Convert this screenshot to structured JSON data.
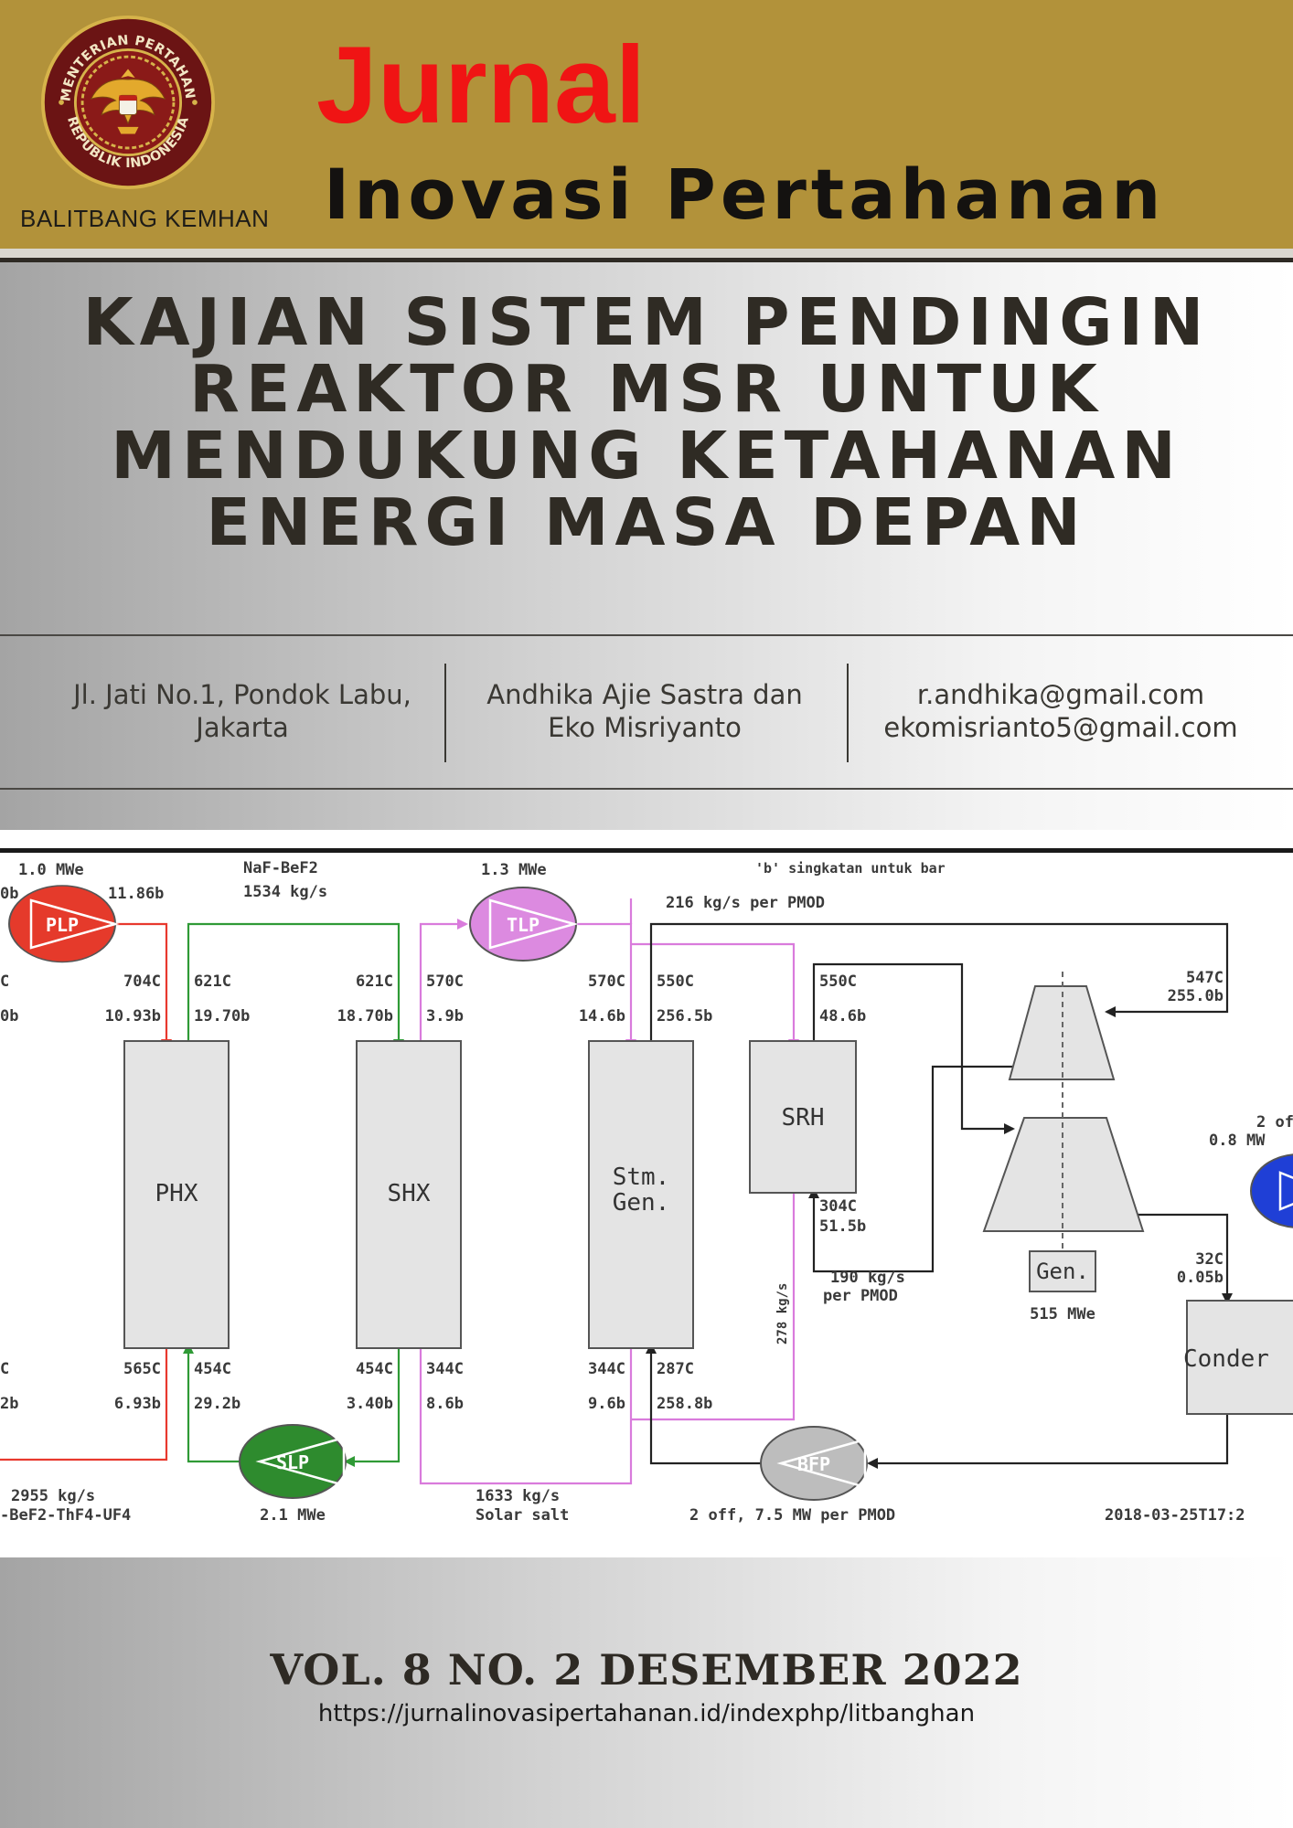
{
  "header": {
    "seal_text_top": "KEMENTERIAN PERTAHANAN",
    "seal_text_bottom": "REPUBLIK INDONESIA",
    "publisher": "BALITBANG KEMHAN",
    "journal_word": "Jurnal",
    "journal_name": "Inovasi Pertahanan"
  },
  "title_lines": [
    "KAJIAN SISTEM PENDINGIN",
    "REAKTOR MSR UNTUK",
    "MENDUKUNG KETAHANAN",
    "ENERGI MASA DEPAN"
  ],
  "info": {
    "address": [
      "Jl. Jati No.1, Pondok Labu,",
      "Jakarta"
    ],
    "authors": [
      "Andhika Ajie Sastra dan",
      "Eko Misriyanto"
    ],
    "emails": [
      "r.andhika@gmail.com",
      "ekomisrianto5@gmail.com"
    ]
  },
  "diagram": {
    "colors": {
      "primary": "#e8392e",
      "secondary": "#2f9a36",
      "tertiary": "#d97bdc",
      "steam": "#222222",
      "component_fill": "#e4e4e4",
      "slp_fill": "#2e8b2e",
      "plp_fill": "#e53a2b",
      "tlp_fill": "#dc8ae0",
      "bfp_fill": "#bdbdbd",
      "blue_pump": "#1f3fd6"
    },
    "components": {
      "phx": "PHX",
      "shx": "SHX",
      "stm_gen_1": "Stm.",
      "stm_gen_2": "Gen.",
      "srh": "SRH",
      "gen": "Gen.",
      "condenser": "Conder",
      "plp": "PLP",
      "slp": "SLP",
      "tlp": "TLP",
      "bfp": "BFP"
    },
    "labels": {
      "plp_power": "1.0 MWe",
      "left_cut_b": "0b",
      "plp_out": "11.86b",
      "salt_name": "NaF-BeF2",
      "salt_flow": "1534 kg/s",
      "tlp_power": "1.3 MWe",
      "bar_note": "'b'  singkatan untuk bar",
      "steam_flow": "216 kg/s per PMOD",
      "left_top_c": "C",
      "left_top_b": "0b",
      "phx_in_t": "704C",
      "phx_in_p": "10.93b",
      "phx_sec_out_t": "621C",
      "phx_sec_out_p": "19.70b",
      "shx_in_t": "621C",
      "shx_in_p": "18.70b",
      "shx_out_t": "570C",
      "shx_out_p": "3.9b",
      "sg_in_t": "570C",
      "sg_in_p": "14.6b",
      "sg_out_t": "550C",
      "sg_out_p": "256.5b",
      "srh_out_t": "550C",
      "srh_out_p": "48.6b",
      "turb_in_t": "547C",
      "turb_in_p": "255.0b",
      "pump2_line1": "2 of",
      "pump2_line2": "0.8 MW",
      "srh_in_t": "304C",
      "srh_in_p": "51.5b",
      "srh_flow_1": "190 kg/s",
      "srh_flow_2": "per PMOD",
      "riser_flow": "278 kg/s",
      "gen_power": "515 MWe",
      "cond_in_t": "32C",
      "cond_in_p": "0.05b",
      "left_bot_c": "C",
      "left_bot_b": "2b",
      "phx_out_t": "565C",
      "phx_out_p": "6.93b",
      "phx_sec_in_t": "454C",
      "phx_sec_in_p": "29.2b",
      "shx_bot_in_t": "454C",
      "shx_bot_in_p": "3.40b",
      "shx_bot_out_t": "344C",
      "shx_bot_out_p": "8.6b",
      "sg_bot_in_t": "344C",
      "sg_bot_in_p": "9.6b",
      "sg_bot_out_t": "287C",
      "sg_bot_out_p": "258.8b",
      "primary_flow": "2955 kg/s",
      "primary_salt": "-BeF2-ThF4-UF4",
      "slp_power": "2.1 MWe",
      "solar_flow": "1633 kg/s",
      "solar_name": "Solar salt",
      "bfp_power": "2 off, 7.5 MW per PMOD",
      "timestamp": "2018-03-25T17:2"
    }
  },
  "footer": {
    "volume": "VOL. 8 NO. 2 DESEMBER 2022",
    "url": "https://jurnalinovasipertahanan.id/indexphp/litbanghan"
  }
}
